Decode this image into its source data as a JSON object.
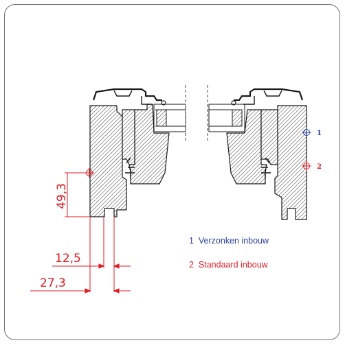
{
  "dimensions": {
    "height": "49,3",
    "offset_small": "12,5",
    "offset_large": "27,3"
  },
  "markers": {
    "one": "1",
    "two": "2"
  },
  "legend": {
    "item1": "1  Verzonken inbouw",
    "item2": "2  Standaard inbouw"
  },
  "colors": {
    "dimension": "#e31b23",
    "legend1": "#2a3f9d",
    "legend2": "#e31b23",
    "outline": "#1a1a1a"
  }
}
